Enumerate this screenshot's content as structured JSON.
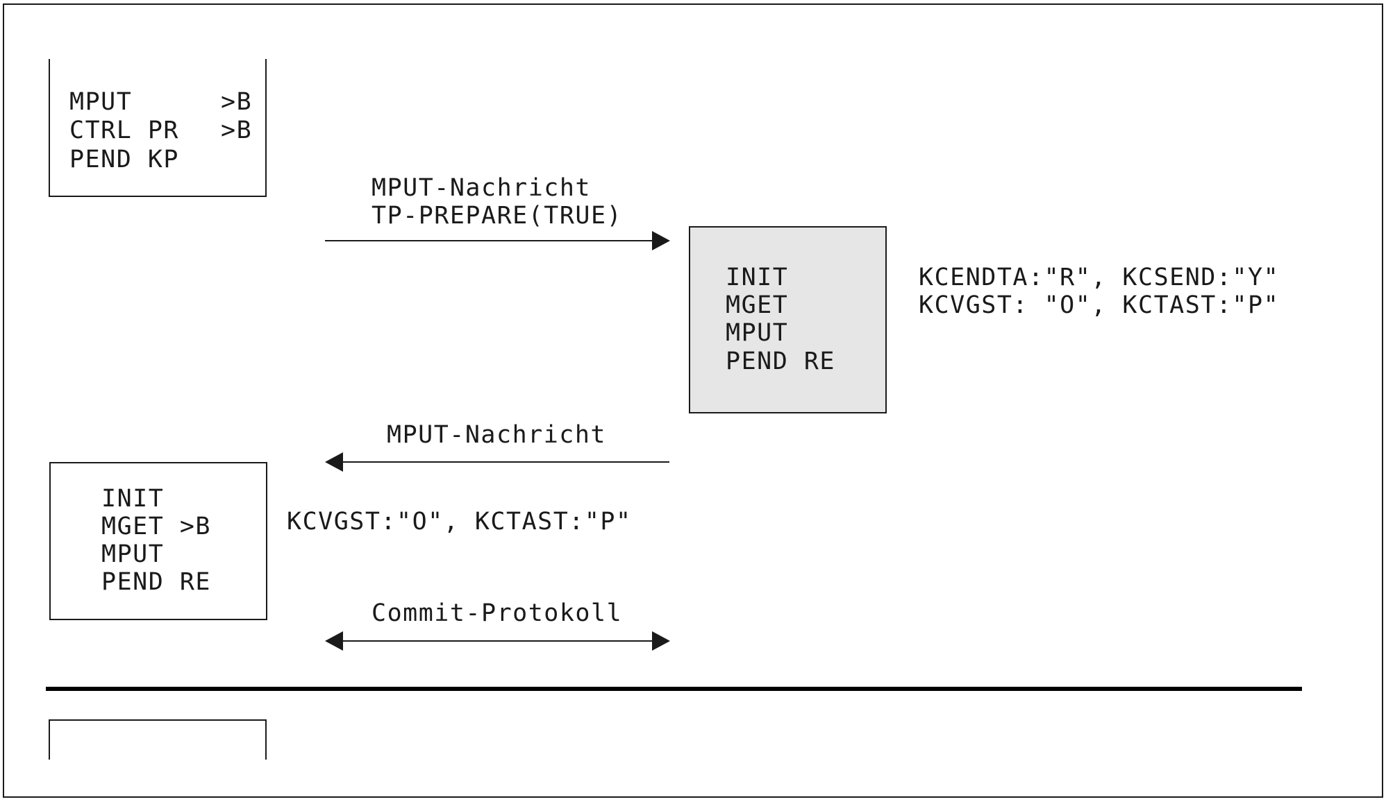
{
  "colors": {
    "line": "#1a1a1a",
    "remote_box_fill": "#e6e6e6",
    "background": "#ffffff"
  },
  "top_left_box": {
    "lines": [
      "MPUT",
      "CTRL PR",
      "PEND KP"
    ],
    "targets": [
      ">B",
      ">B"
    ]
  },
  "arrow_to_remote": {
    "label_lines": [
      "MPUT-Nachricht",
      "TP-PREPARE(TRUE)"
    ]
  },
  "remote_box": {
    "lines": [
      "INIT",
      "MGET",
      "MPUT",
      "PEND RE"
    ]
  },
  "remote_status": {
    "lines": [
      "KCENDTA:\"R\", KCSEND:\"Y\"",
      "KCVGST: \"O\", KCTAST:\"P\""
    ]
  },
  "arrow_to_local": {
    "label": "MPUT-Nachricht"
  },
  "middle_left_box": {
    "lines": [
      "INIT",
      "MGET >B",
      "MPUT",
      "PEND RE"
    ]
  },
  "local_status": {
    "text": "KCVGST:\"O\", KCTAST:\"P\""
  },
  "commit_arrow": {
    "label": "Commit-Protokoll"
  }
}
